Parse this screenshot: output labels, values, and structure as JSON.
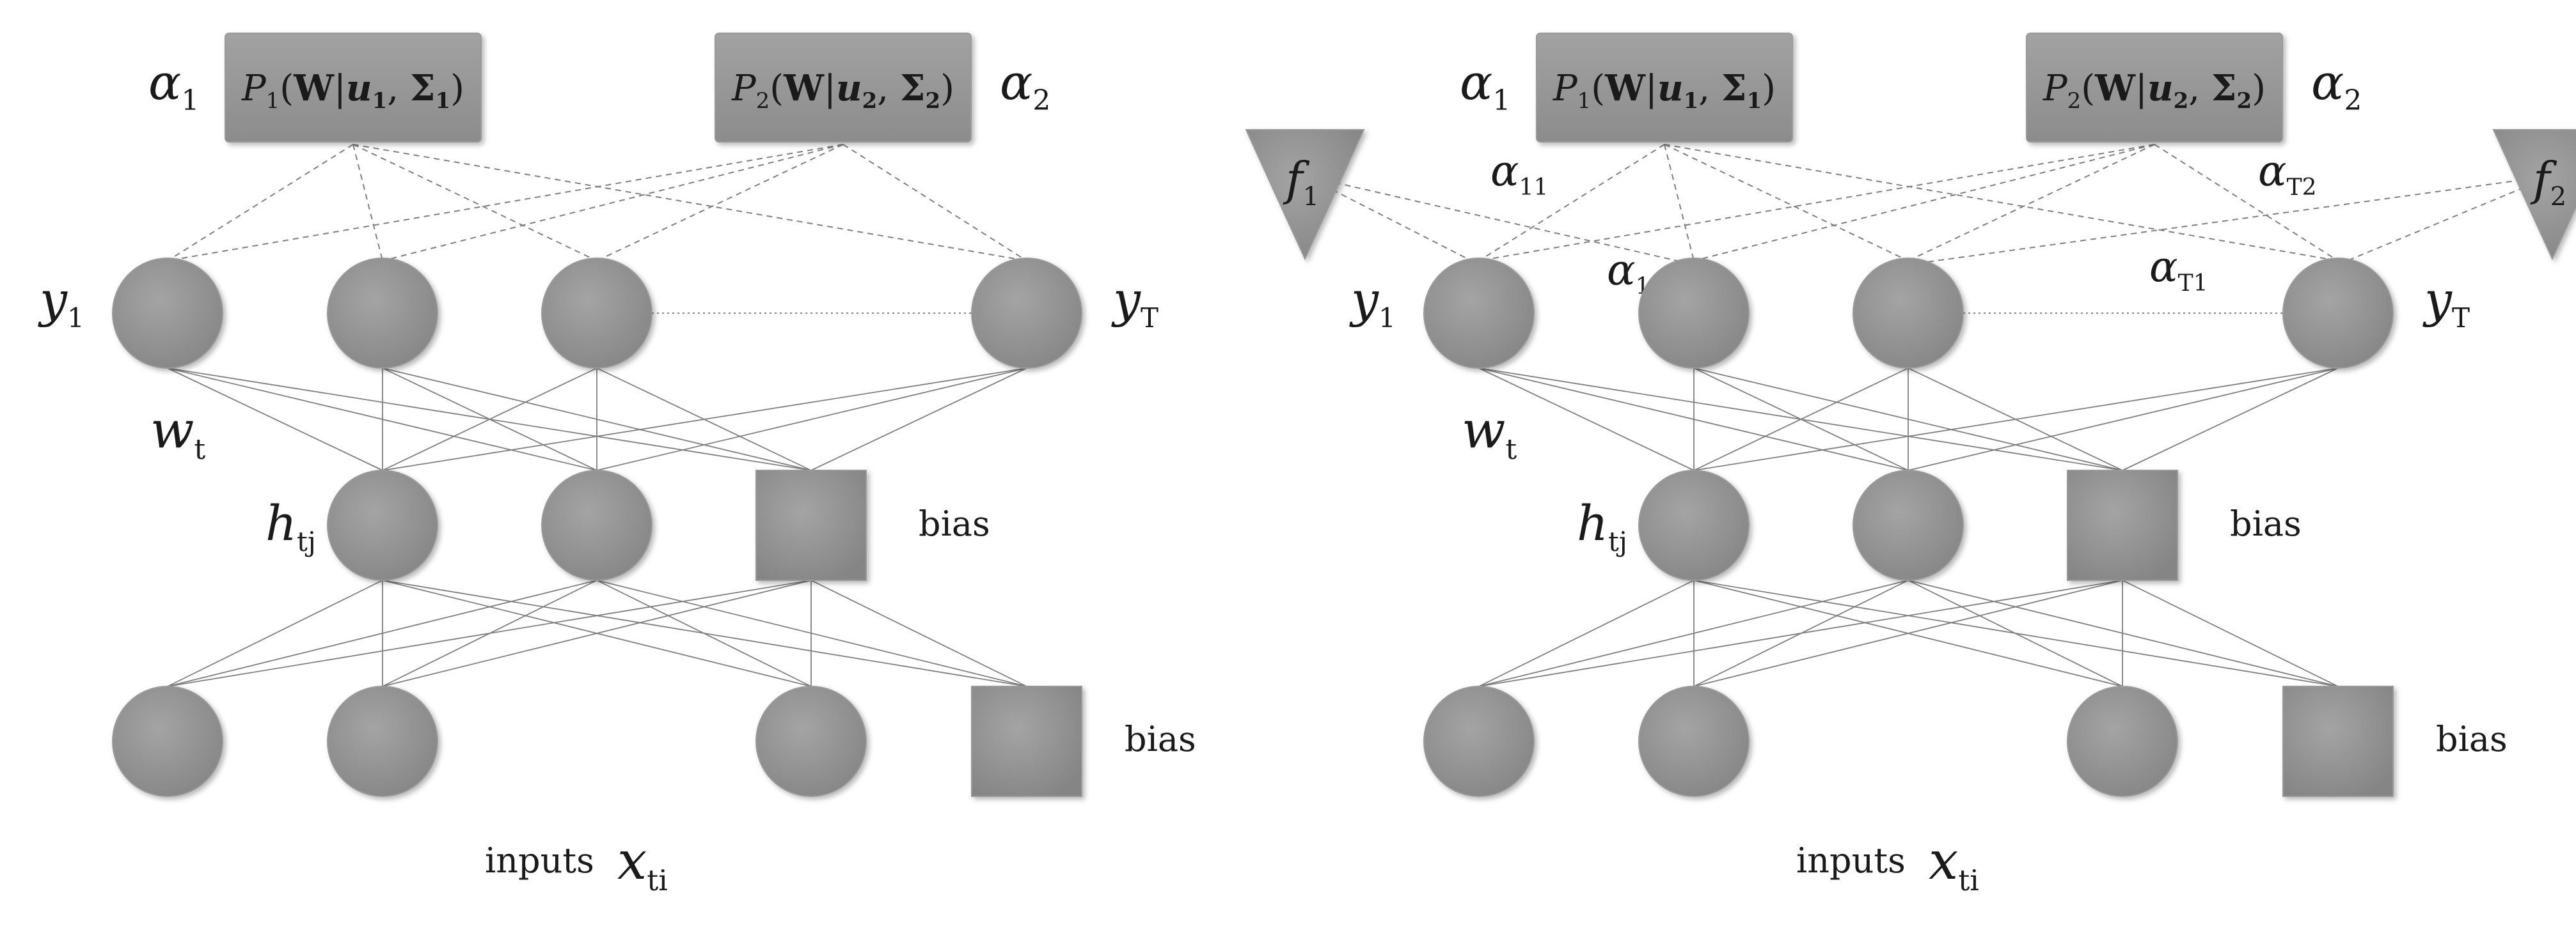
{
  "panels": [
    {
      "name": "left",
      "priors": [
        {
          "name": "P",
          "index": "1",
          "args": [
            "W",
            "u",
            "1",
            "Σ",
            "1"
          ],
          "weight": "α",
          "weight_sub": "1"
        },
        {
          "name": "P",
          "index": "2",
          "args": [
            "W",
            "u",
            "2",
            "Σ",
            "2"
          ],
          "weight": "α",
          "weight_sub": "2"
        }
      ],
      "output_label_first": {
        "base": "y",
        "sub": "1"
      },
      "output_label_last": {
        "base": "y",
        "sub": "T"
      },
      "weight_label": {
        "base": "w",
        "sub": "t"
      },
      "hidden_label": {
        "base": "h",
        "sub": "tj"
      },
      "hidden_bias_label": "bias",
      "input_bias_label": "bias",
      "inputs_label": "inputs",
      "inputs_var": {
        "base": "x",
        "sub": "ti"
      }
    },
    {
      "name": "right",
      "priors": [
        {
          "name": "P",
          "index": "1",
          "args": [
            "W",
            "u",
            "1",
            "Σ",
            "1"
          ],
          "weight": "α",
          "weight_sub": "1"
        },
        {
          "name": "P",
          "index": "2",
          "args": [
            "W",
            "u",
            "2",
            "Σ",
            "2"
          ],
          "weight": "α",
          "weight_sub": "2"
        }
      ],
      "features": [
        {
          "base": "f",
          "sub": "1"
        },
        {
          "base": "f",
          "sub": "2"
        }
      ],
      "feature_weights": [
        {
          "base": "α",
          "sub": "11"
        },
        {
          "base": "α",
          "sub": "12"
        },
        {
          "base": "α",
          "sub": "T2"
        },
        {
          "base": "α",
          "sub": "T1"
        }
      ],
      "output_label_first": {
        "base": "y",
        "sub": "1"
      },
      "output_label_last": {
        "base": "y",
        "sub": "T"
      },
      "weight_label": {
        "base": "w",
        "sub": "t"
      },
      "hidden_label": {
        "base": "h",
        "sub": "tj"
      },
      "hidden_bias_label": "bias",
      "input_bias_label": "bias",
      "inputs_label": "inputs",
      "inputs_var": {
        "base": "x",
        "sub": "ti"
      }
    }
  ]
}
